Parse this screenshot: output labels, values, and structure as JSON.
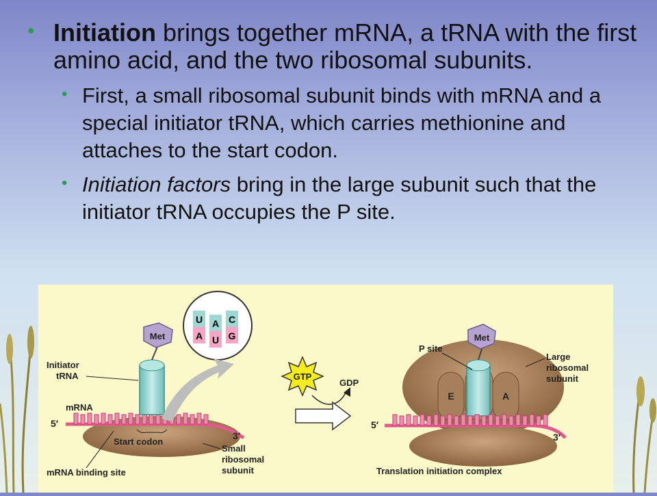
{
  "slide": {
    "bullet1": {
      "bold": "Initiation",
      "rest": " brings together mRNA, a tRNA with the first amino acid, and the two ribosomal subunits."
    },
    "bullet2": "First, a small ribosomal subunit binds with mRNA and a special initiator tRNA, which carries methionine and attaches to the start codon.",
    "bullet3": {
      "italic": "Initiation factors",
      "rest": " bring in the large subunit such that the initiator tRNA occupies the P site."
    }
  },
  "figure": {
    "met": "Met",
    "codon_top": [
      "U",
      "A",
      "C"
    ],
    "codon_bottom": [
      "A",
      "U",
      "G"
    ],
    "initiator_trna": [
      "Initiator",
      "tRNA"
    ],
    "mrna": "mRNA",
    "five_prime": "5′",
    "three_prime": "3′",
    "start_codon": "Start codon",
    "binding_site": "mRNA binding site",
    "small_subunit": [
      "Small",
      "ribosomal",
      "subunit"
    ],
    "gtp": "GTP",
    "gdp": "GDP",
    "p_site": "P site",
    "large_subunit": [
      "Large",
      "ribosomal",
      "subunit"
    ],
    "e_site": "E",
    "a_site": "A",
    "complex": "Translation initiation complex"
  },
  "colors": {
    "bullet": "#2f9a5a",
    "ribosome": "#a5805a",
    "trna": "#8fd3cf",
    "mrna": "#e05a8c",
    "met": "#b7a3cf",
    "gtp": "#f5ec20"
  }
}
